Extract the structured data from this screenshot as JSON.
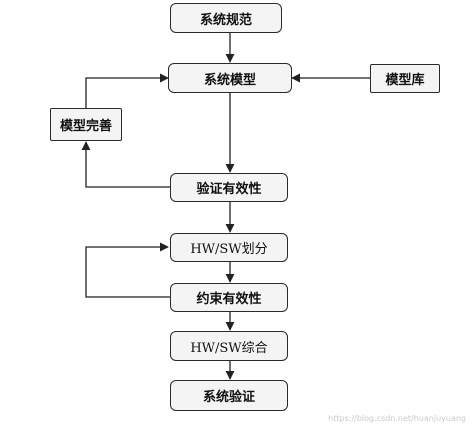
{
  "nodes": {
    "spec": "系统规范",
    "model": "系统模型",
    "library": "模型库",
    "refine": "模型完善",
    "verify": "验证有效性",
    "partition": "HW/SW划分",
    "constraint": "约束有效性",
    "synthesis": "HW/SW综合",
    "sysverify": "系统验证"
  },
  "watermark": "https://blog.csdn.net/huanjuyuang"
}
